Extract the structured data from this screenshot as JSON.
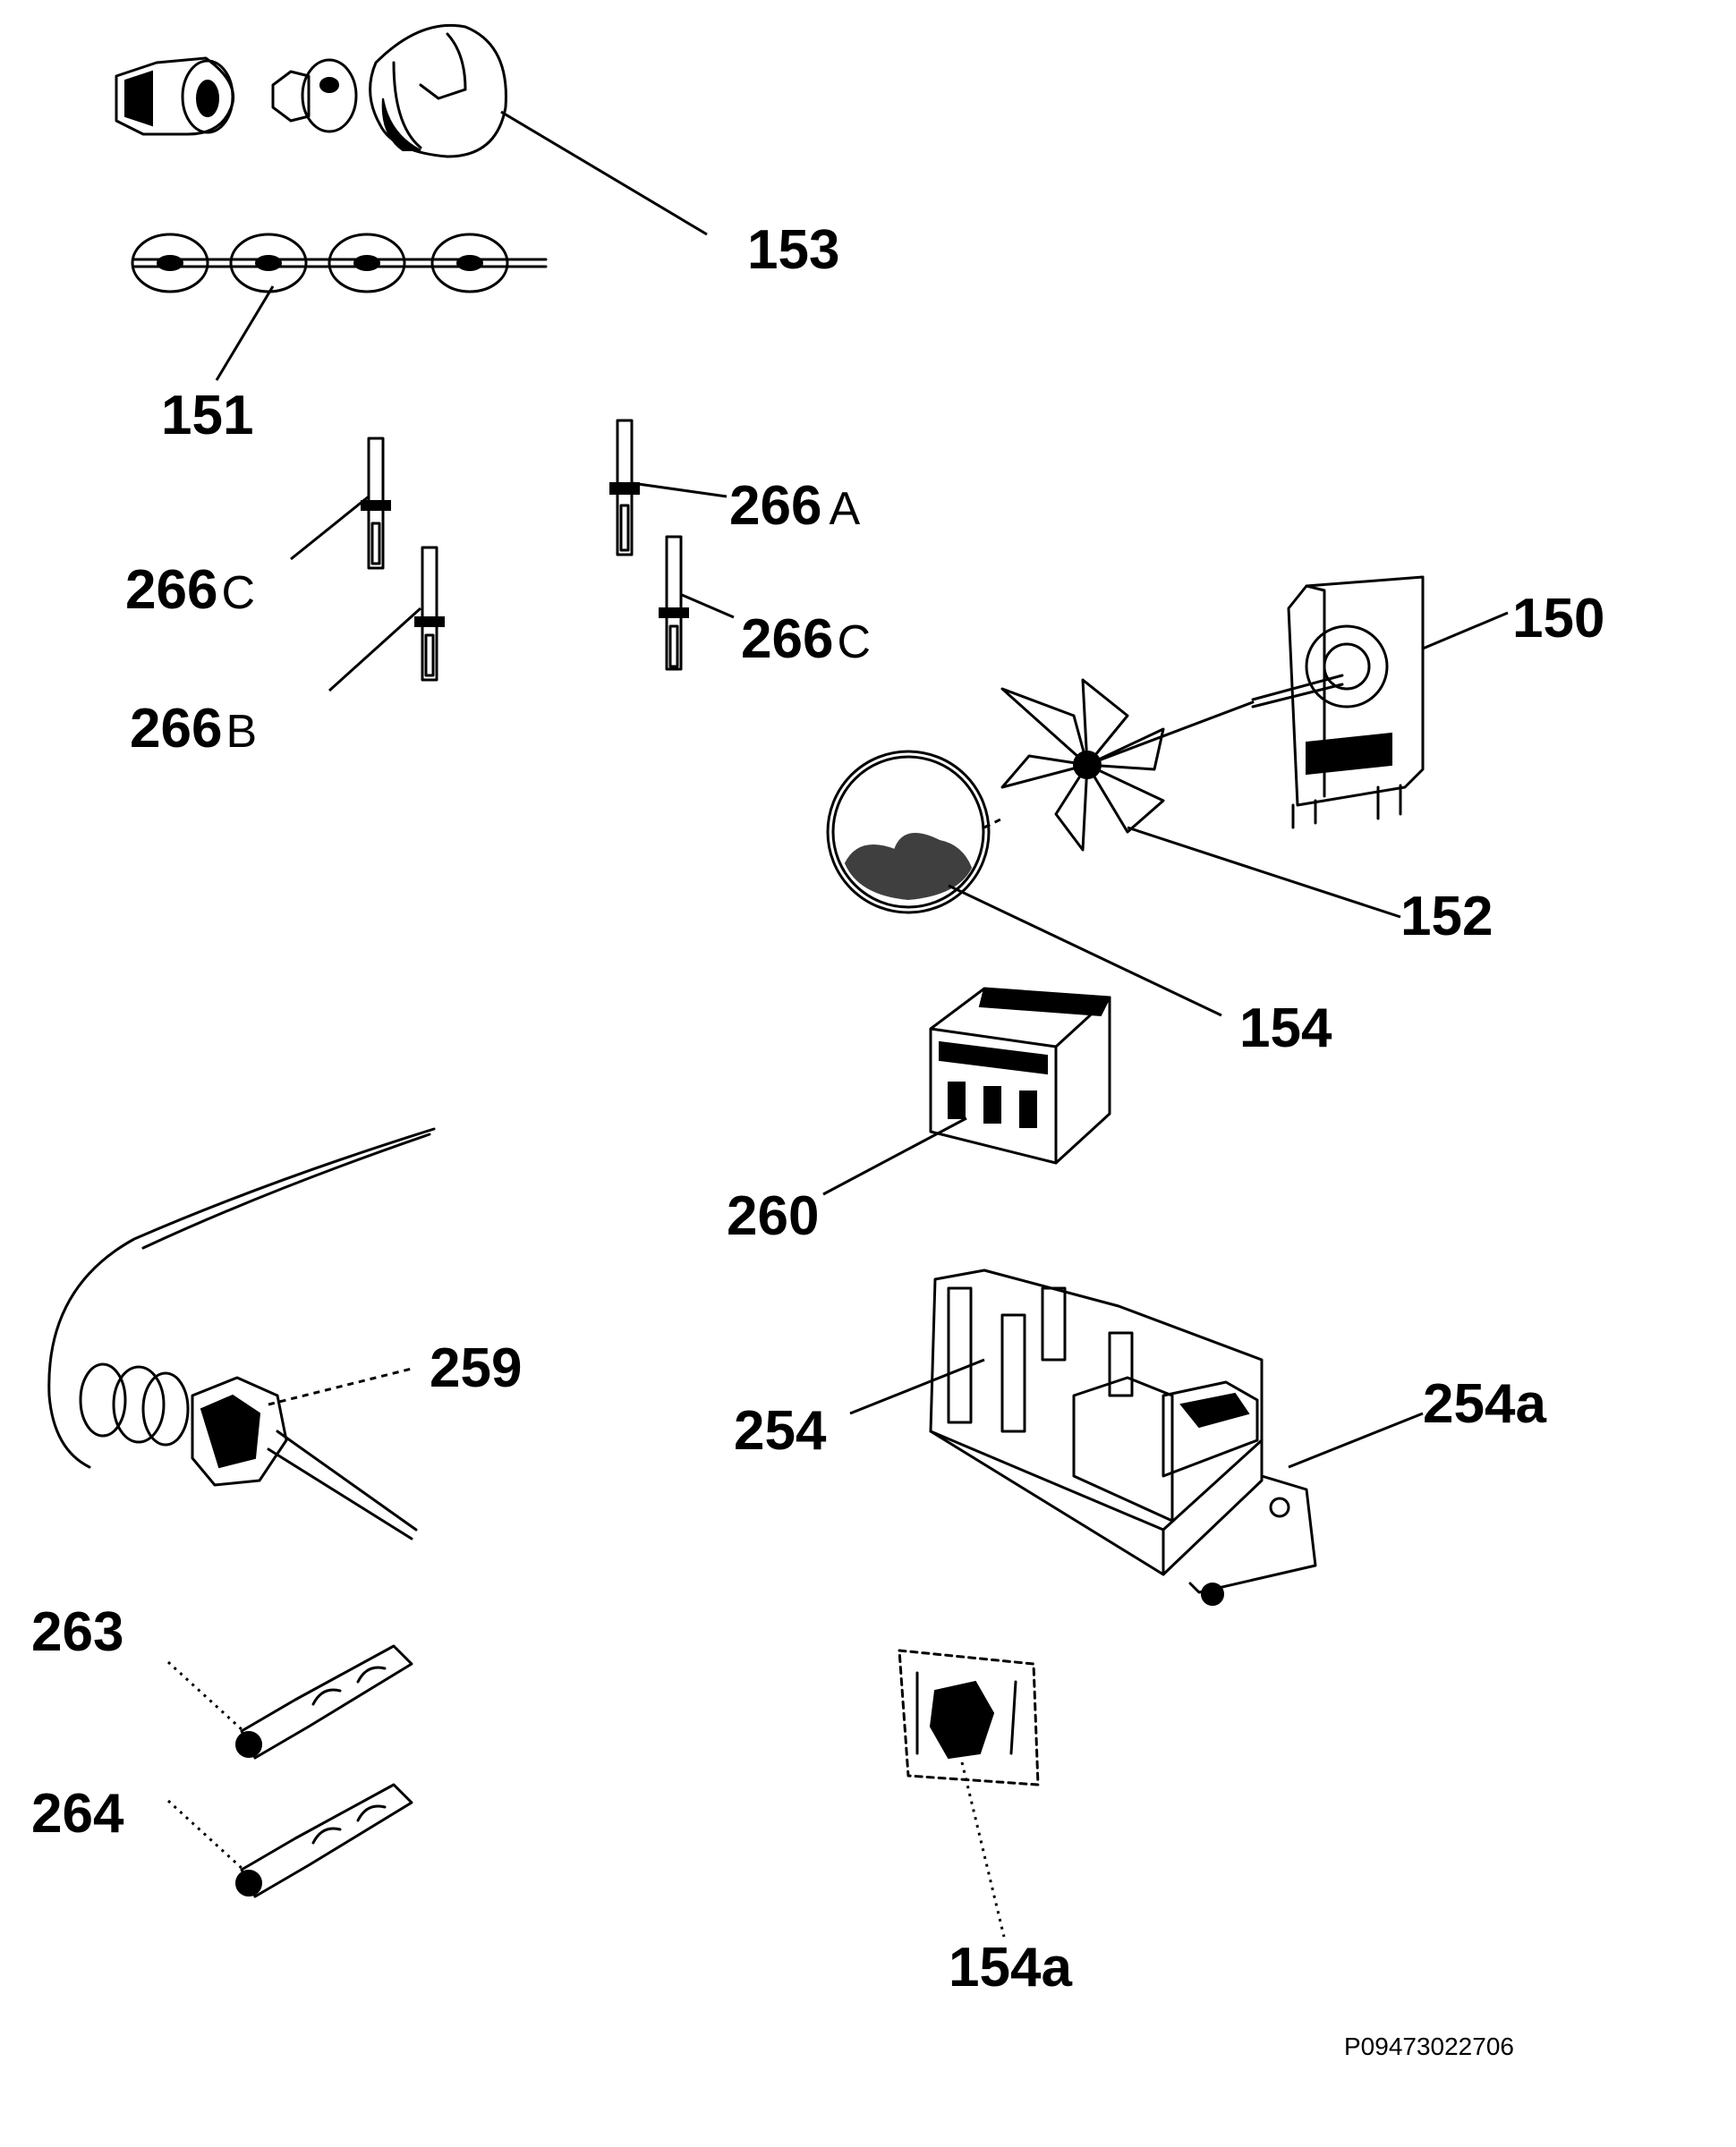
{
  "diagram": {
    "callouts": {
      "c153": "153",
      "c151": "151",
      "c266a_num": "266",
      "c266a_suf": "A",
      "c266c1_num": "266",
      "c266c1_suf": "C",
      "c266c2_num": "266",
      "c266c2_suf": "C",
      "c266b_num": "266",
      "c266b_suf": "B",
      "c150": "150",
      "c152": "152",
      "c154": "154",
      "c260": "260",
      "c259": "259",
      "c254": "254",
      "c254a": "254a",
      "c263": "263",
      "c264": "264",
      "c154a": "154a"
    },
    "reference_code": "P09473022706"
  }
}
